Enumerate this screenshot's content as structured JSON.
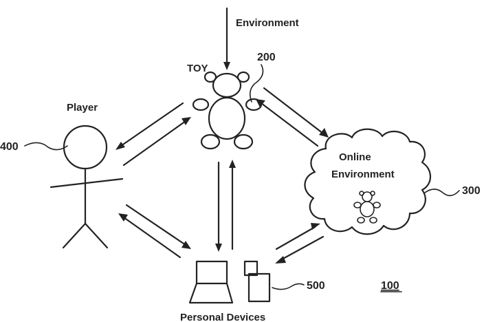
{
  "labels": {
    "environment": "Environment",
    "toy": "TOY",
    "player": "Player",
    "online_environment_line1": "Online",
    "online_environment_line2": "Environment",
    "personal_devices": "Personal Devices"
  },
  "refs": {
    "toy": "200",
    "online_environment": "300",
    "player": "400",
    "personal_devices": "500",
    "system": "100"
  },
  "colors": {
    "ink": "#222222",
    "background": "#ffffff"
  }
}
